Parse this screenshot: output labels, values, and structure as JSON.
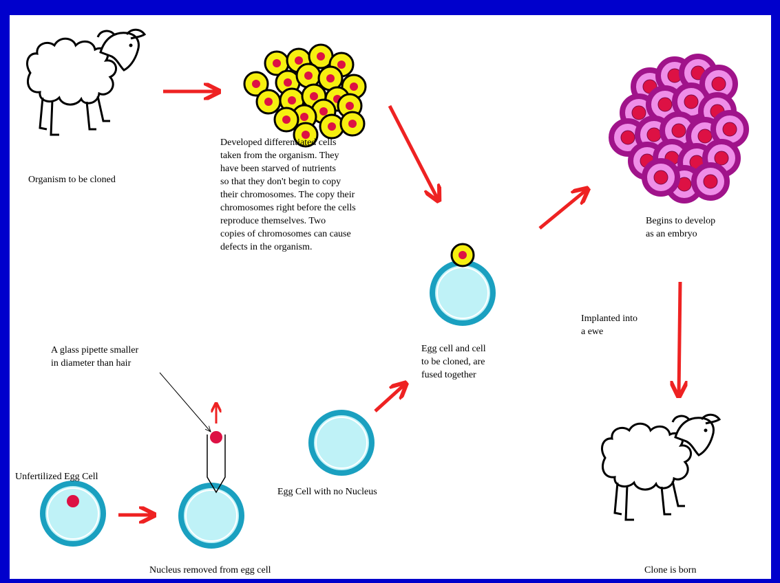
{
  "labels": {
    "organism": "Organism to be cloned",
    "differentiated": "Developed differentiated cells\ntaken from the organism.  They\nhave been starved of nutrients\nso that they don't begin to copy\ntheir chromosomes.  The copy their\nchromosomes right before the cells\nreproduce themselves.  Two\ncopies of chromosomes can cause\ndefects in the organism.",
    "embryo": "Begins to develop\nas an embryo",
    "fused": "Egg cell and cell\nto be cloned, are\nfused together",
    "implanted": "Implanted into\na ewe",
    "pipette": "A glass pipette smaller\nin diameter than hair",
    "unfertilized": "Unfertilized Egg Cell",
    "no_nucleus": "Egg Cell with no Nucleus",
    "nucleus_removed": "Nucleus removed from egg cell",
    "clone": "Clone is born"
  },
  "colors": {
    "frame": "#0000cc",
    "arrow": "#ee2222",
    "egg_fill": "#bff2f7",
    "egg_ring": "#1aa0c0",
    "nucleus": "#dd1144",
    "donor_cell": "#f6ef10",
    "embryo_outer": "#a0138a",
    "embryo_cell": "#ef8ee8"
  }
}
